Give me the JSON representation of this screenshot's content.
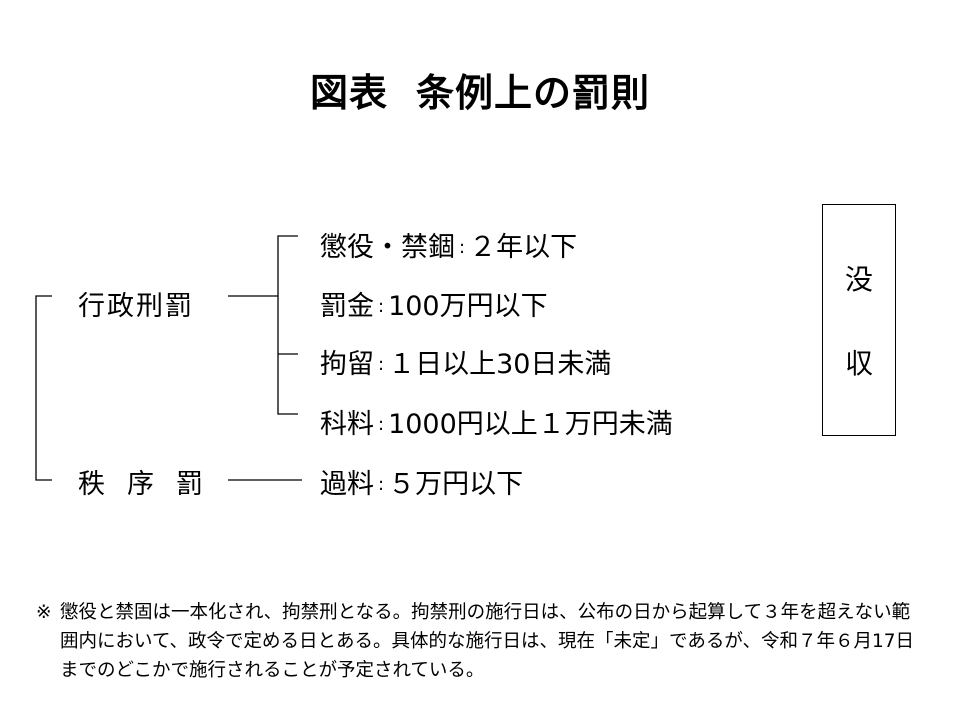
{
  "title": {
    "part1": "図表",
    "part2": "条例上の罰則"
  },
  "categories": {
    "administrative": "行政刑罰",
    "order": "秩序罰"
  },
  "penalties": [
    {
      "name": "懲役・禁錮",
      "separator": ":",
      "detail": "２年以下"
    },
    {
      "name": "罰金",
      "separator": ":",
      "detail": "100万円以下"
    },
    {
      "name": "拘留",
      "separator": ":",
      "detail": "１日以上30日未満"
    },
    {
      "name": "科料",
      "separator": ":",
      "detail": "1000円以上１万円未満"
    },
    {
      "name": "過料",
      "separator": ":",
      "detail": "５万円以下"
    }
  ],
  "confiscation": {
    "char1": "没",
    "char2": "収"
  },
  "note": {
    "mark": "※",
    "text": "懲役と禁固は一本化され、拘禁刑となる。拘禁刑の施行日は、公布の日から起算して３年を超えない範囲内において、政令で定める日とある。具体的な施行日は、現在「未定」であるが、令和７年６月17日までのどこかで施行されることが予定されている。"
  }
}
